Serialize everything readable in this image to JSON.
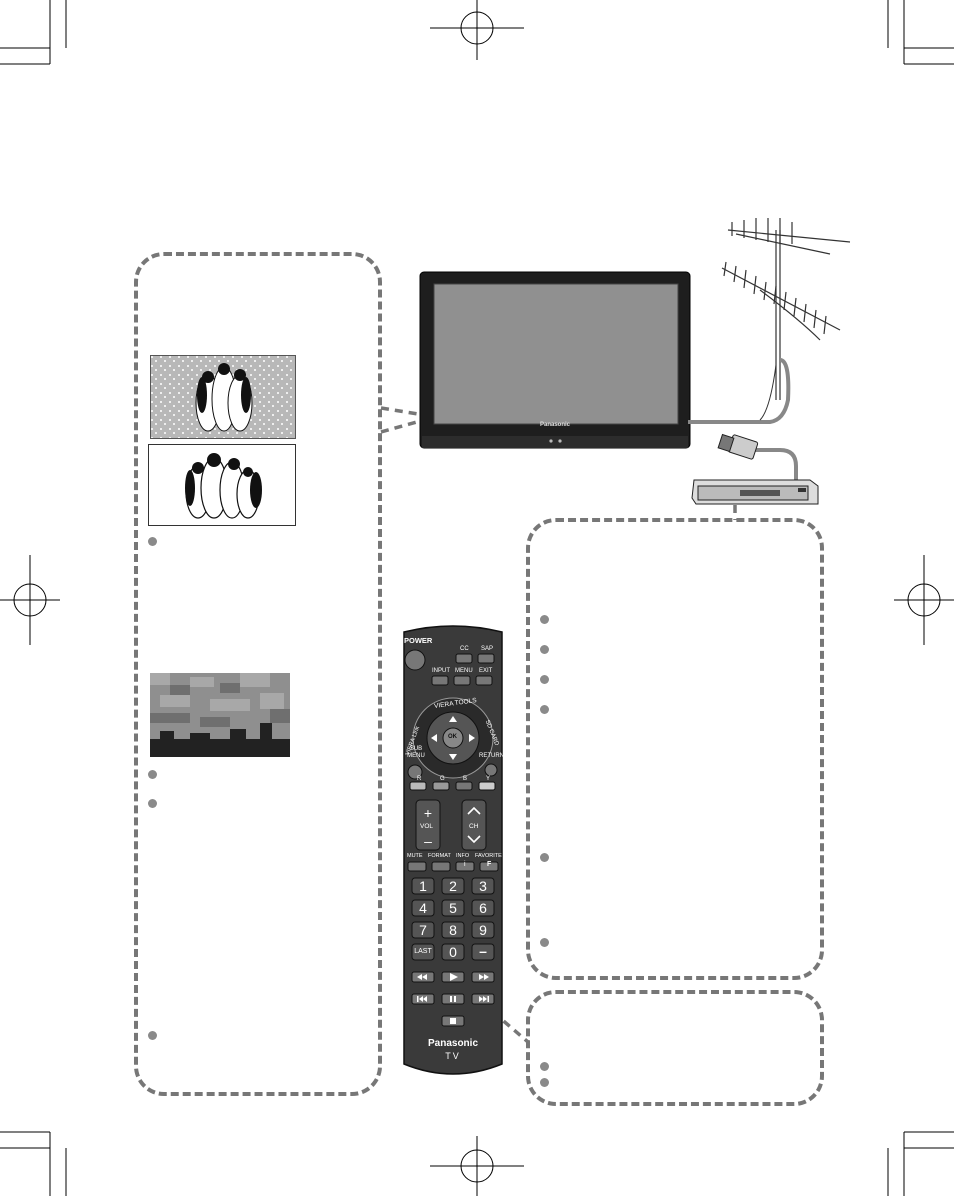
{
  "tv": {
    "brand_label": "Panasonic"
  },
  "remote": {
    "power_label": "POWER",
    "cc_label": "CC",
    "sap_label": "SAP",
    "input_label": "INPUT",
    "menu_label": "MENU",
    "exit_label": "EXIT",
    "viera_tools_label": "VIERA TOOLS",
    "viera_link_label": "VIERA Link",
    "sd_card_label": "SD CARD",
    "ok_label": "OK",
    "sub_menu_label": "SUB MENU",
    "return_label": "RETURN",
    "color_buttons": [
      "R",
      "G",
      "B",
      "Y"
    ],
    "vol_label": "VOL",
    "ch_label": "CH",
    "mute_label": "MUTE",
    "format_label": "FORMAT",
    "info_label": "INFO",
    "favorite_label": "FAVORITE",
    "favorite_glyph": "F",
    "info_glyph": "i",
    "digits": [
      "1",
      "2",
      "3",
      "4",
      "5",
      "6",
      "7",
      "8",
      "9"
    ],
    "last_label": "LAST",
    "zero_label": "0",
    "dash_label": "–",
    "brand_label": "Panasonic",
    "tv_label": "TV"
  },
  "colors": {
    "dashed_border": "#777777",
    "bullet": "#8a8a8a",
    "remote_body": "#3a3a3a",
    "tv_bezel": "#1e1e1e",
    "tv_screen": "#909090"
  }
}
